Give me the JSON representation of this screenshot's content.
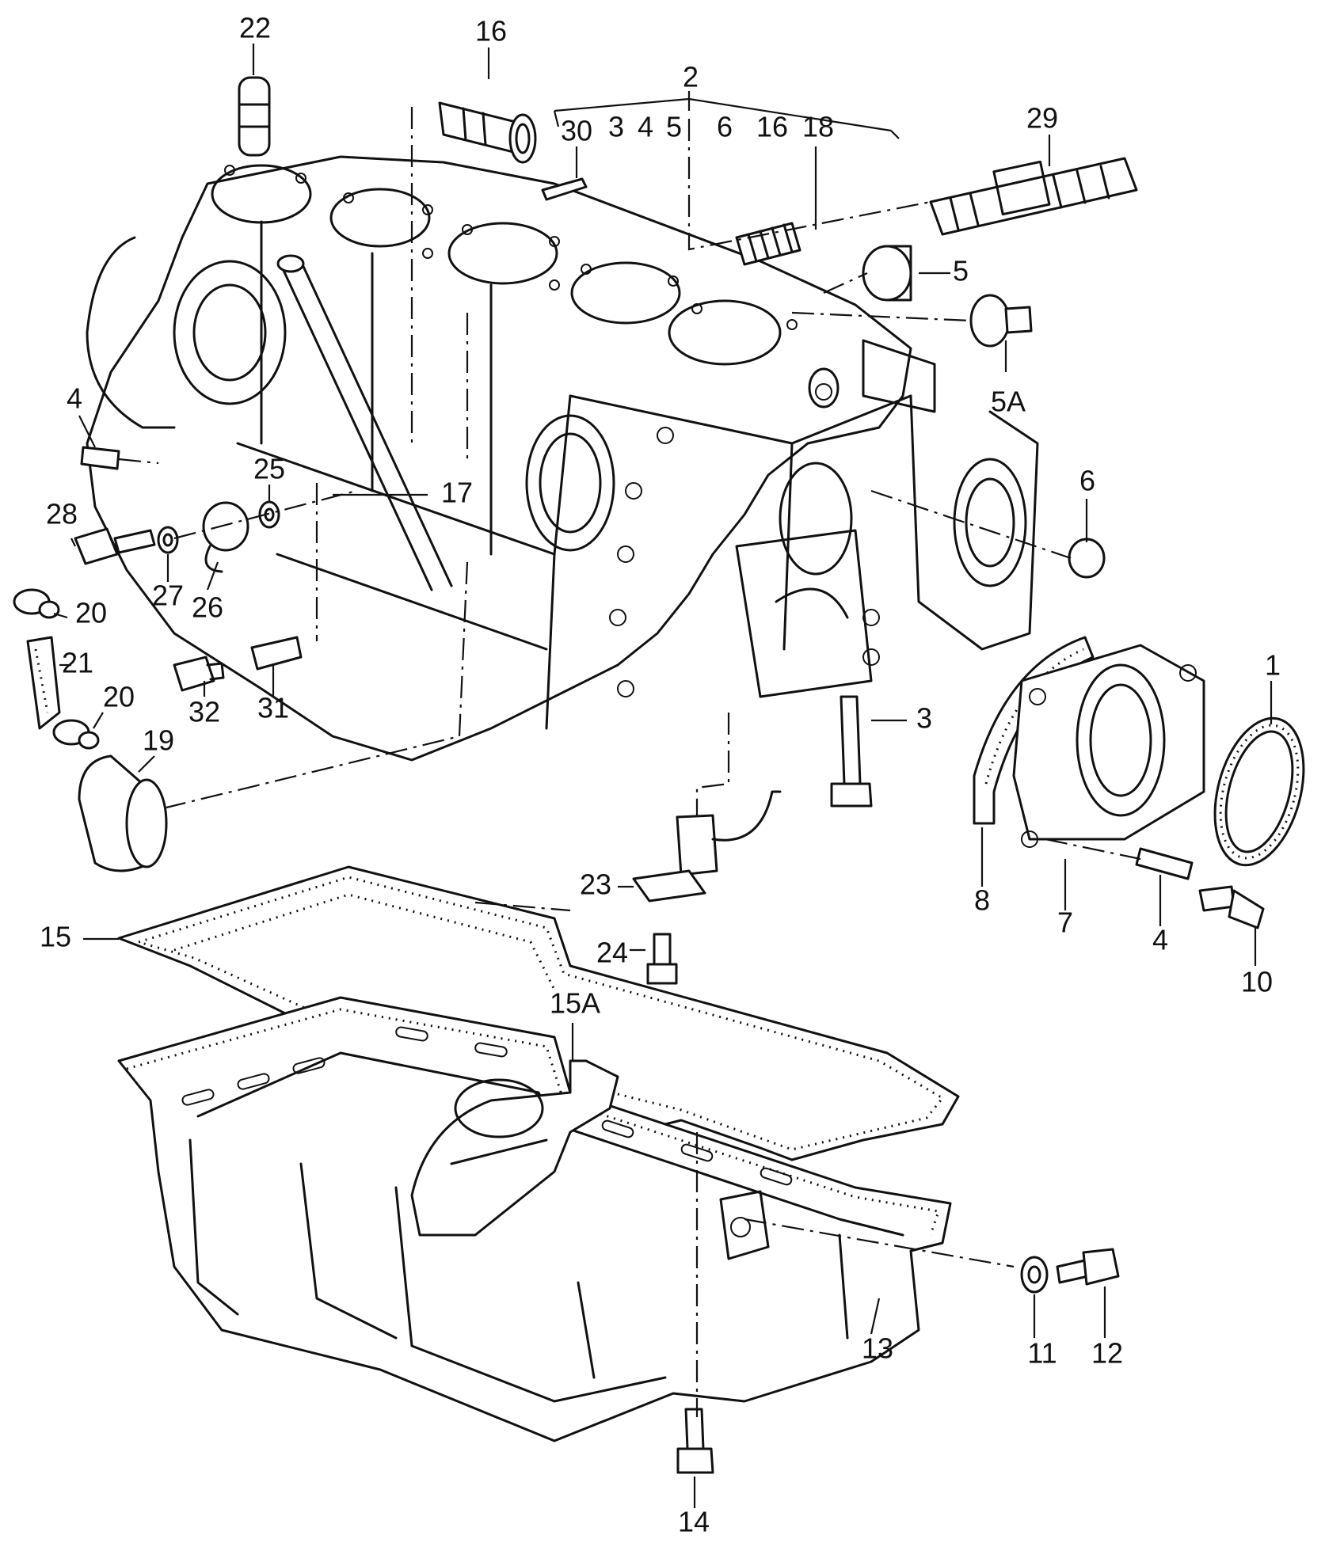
{
  "callouts": {
    "c1": "1",
    "c2": "2",
    "c3": "3",
    "c3b": "3",
    "c4a": "4",
    "c4b": "4",
    "c4c": "4",
    "c5a": "5",
    "c5b": "5",
    "c5A": "5A",
    "c6a": "6",
    "c6b": "6",
    "c7": "7",
    "c8": "8",
    "c10": "10",
    "c11": "11",
    "c12": "12",
    "c13": "13",
    "c14": "14",
    "c15": "15",
    "c15A": "15A",
    "c16a": "16",
    "c16b": "16",
    "c17": "17",
    "c18": "18",
    "c19": "19",
    "c20a": "20",
    "c20b": "20",
    "c21": "21",
    "c22": "22",
    "c23": "23",
    "c24": "24",
    "c25": "25",
    "c26": "26",
    "c27": "27",
    "c28": "28",
    "c29": "29",
    "c30": "30",
    "c31": "31",
    "c32": "32"
  }
}
